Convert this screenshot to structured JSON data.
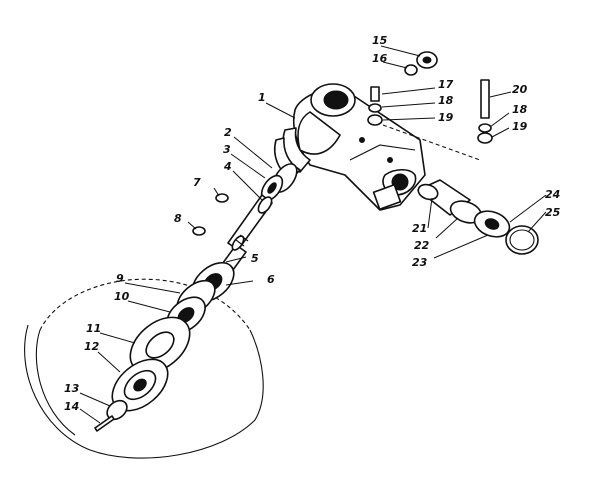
{
  "callouts": {
    "c1": "1",
    "c2": "2",
    "c3": "3",
    "c4": "4",
    "c5": "5",
    "c6": "6",
    "c7": "7",
    "c8": "8",
    "c9": "9",
    "c10": "10",
    "c11": "11",
    "c12": "12",
    "c13": "13",
    "c14": "14",
    "c15": "15",
    "c16": "16",
    "c17": "17",
    "c18a": "18",
    "c19a": "19",
    "c20": "20",
    "c18b": "18",
    "c19b": "19",
    "c21": "21",
    "c22": "22",
    "c23": "23",
    "c24": "24",
    "c25": "25"
  }
}
